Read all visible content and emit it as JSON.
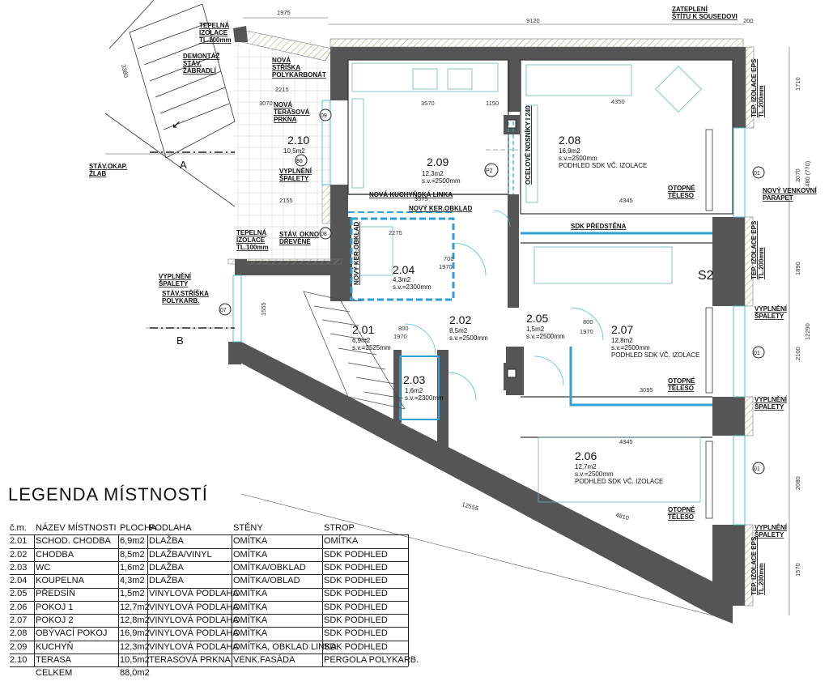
{
  "legend": {
    "title": "LEGENDA MÍSTNOSTÍ",
    "headers": [
      "č.m.",
      "NÁZEV MÍSTNOSTI",
      "PLOCHA",
      "PODLAHA",
      "STĚNY",
      "STROP"
    ],
    "rows": [
      [
        "2.01",
        "SCHOD. CHODBA",
        "6,9m2",
        "DLAŽBA",
        "OMÍTKA",
        "OMÍTKA"
      ],
      [
        "2.02",
        "CHODBA",
        "8,5m2",
        "DLAŽBA/VINYL",
        "OMÍTKA",
        "SDK PODHLED"
      ],
      [
        "2.03",
        "WC",
        "1,6m2",
        "DLAŽBA",
        "OMÍTKA/OBKLAD",
        "SDK PODHLED"
      ],
      [
        "2.04",
        "KOUPELNA",
        "4,3m2",
        "DLAŽBA",
        "OMÍTKA/OBLAD",
        "SDK PODHLED"
      ],
      [
        "2.05",
        "PŘEDSÍŇ",
        "1,5m2",
        "VINYLOVÁ PODLAHA",
        "OMÍTKA",
        "SDK PODHLED"
      ],
      [
        "2.06",
        "POKOJ 1",
        "12,7m2",
        "VINYLOVÁ PODLAHA",
        "OMÍTKA",
        "SDK PODHLED"
      ],
      [
        "2.07",
        "POKOJ 2",
        "12,8m2",
        "VINYLOVÁ PODLAHA",
        "OMÍTKA",
        "SDK PODHLED"
      ],
      [
        "2.08",
        "OBÝVACÍ POKOJ",
        "16,9m2",
        "VINYLOVÁ PODLAHA",
        "OMÍTKA",
        "SDK PODHLED"
      ],
      [
        "2.09",
        "KUCHYŇ",
        "12,3m2",
        "VINYLOVÁ PODLAHA",
        "OMÍTKA, OBKLAD LINKA",
        "SDK PODHLED"
      ],
      [
        "2.10",
        "TERASA",
        "10,5m2",
        "TERASOVÁ PRKNA",
        "VENK.FASÁDA",
        "PERGOLA POLYKARB."
      ]
    ],
    "total_label": "CELKEM",
    "total_value": "88,0m2"
  },
  "rooms": {
    "r209": {
      "no": "2.09",
      "area": "12,3m2",
      "height": "s.v.=2500mm"
    },
    "r208": {
      "no": "2.08",
      "area": "16,9m2",
      "height": "s.v.=2500mm",
      "ceiling": "PODHLED SDK VČ. IZOLACE"
    },
    "r210": {
      "no": "2.10",
      "area": "10,5m2"
    },
    "r204": {
      "no": "2.04",
      "area": "4,3m2",
      "height": "s.v.=2300mm"
    },
    "r201": {
      "no": "2.01",
      "area": "6,9m2",
      "height": "s.v.=2525mm"
    },
    "r202": {
      "no": "2.02",
      "area": "8,5m2",
      "height": "s.v.=2500mm"
    },
    "r205": {
      "no": "2.05",
      "area": "1,5m2",
      "height": "s.v.=2500mm"
    },
    "r207": {
      "no": "2.07",
      "area": "12,8m2",
      "height": "s.v.=2500mm",
      "ceiling": "PODHLED SDK VČ. IZOLACE"
    },
    "r203": {
      "no": "2.03",
      "area": "1,6m2",
      "height": "s.v.=2300mm"
    },
    "r206": {
      "no": "2.06",
      "area": "12,7m2",
      "height": "s.v.=2500mm",
      "ceiling": "PODHLED SDK VČ. IZOLACE"
    }
  },
  "notes": {
    "tepelna_izolace_top": [
      "TEPELNÁ",
      "IZOLACE",
      "TL.100mm"
    ],
    "demontaz": [
      "DEMONTÁŽ",
      "STÁV.",
      "ZÁBRADLÍ"
    ],
    "nova_striska": [
      "NOVÁ",
      "STŘÍŠKA",
      "POLYKARBONÁT"
    ],
    "nova_terasova": [
      "NOVÁ",
      "TERASOVÁ",
      "PRKNA"
    ],
    "stav_okap": [
      "STÁV.OKAP.",
      "ŽLAB"
    ],
    "vyplneni_spalety": [
      "VYPLNĚNÍ",
      "ŠPALETY"
    ],
    "nova_kuchynska": "NOVÁ KUCHYŇSKÁ LINKA",
    "novy_ker_obklad": "NOVÝ KER.OBKLAD",
    "stav_okno": [
      "STÁV. OKNO",
      "DŘEVĚNÉ"
    ],
    "tepelna_izolace_mid": [
      "TEPELNÁ",
      "IZOLACE",
      "TL.100mm"
    ],
    "vyplneni_spalety_left": [
      "VYPLNĚNÍ",
      "ŠPALETY"
    ],
    "stav_striska": [
      "STÁV.STŘÍŠKA",
      "POLYKARB."
    ],
    "novy_ker_obklad_v": "NOVÝ KER.OBKLAD",
    "sdk_predstena": "SDK PŘEDSTĚNA",
    "ocelove_nosniky": "OCELOVÉ NOSNÍKY I 240",
    "zatepleni": [
      "ZATEPLENÍ",
      "ŠTÍTU K SOUSEDOVI"
    ],
    "tep_izolace_eps": [
      "TEP. IZOLACE EPS",
      "TL.200mm"
    ],
    "otopne_teleso": [
      "OTOPNÉ",
      "TĚLESO"
    ],
    "novy_venkovni": [
      "NOVÝ VENKOVNÍ",
      "PARAPET"
    ],
    "vyplneni_r": [
      "VYPLNĚNÍ",
      "ŠPALETY"
    ],
    "s2": "S2"
  },
  "markers": {
    "section_a": "A",
    "section_b": "B",
    "m09": "09",
    "m86": "86",
    "m08": "08",
    "m07": "07",
    "p2": "P2",
    "o1": "01"
  },
  "dimensions": {
    "d1975": "1975",
    "d9120": "9120",
    "d200": "200",
    "d3380": "3380",
    "d2215": "2215",
    "d3070": "3070",
    "d2155": "2155",
    "d3570": "3570",
    "d1150": "1150",
    "d4350": "4350",
    "d3575": "3575",
    "d4345a": "4345",
    "d2275": "2275",
    "d3095": "3095",
    "d4345b": "4345",
    "d12555": "12555",
    "d4810": "4810",
    "d1555": "1555",
    "d12290": "12290",
    "d1710": "1710",
    "d2070": "2070",
    "d1890": "1890",
    "d2100": "2100",
    "d2080": "2080",
    "d1570": "1570",
    "d1480": "1480 (770)",
    "d800": "800",
    "d700": "700",
    "d1970": "1970"
  },
  "colors": {
    "wall": "#555555",
    "blue": "#2f9fd4",
    "cyan": "#4cc3c8",
    "insul": "#f1efd6"
  }
}
